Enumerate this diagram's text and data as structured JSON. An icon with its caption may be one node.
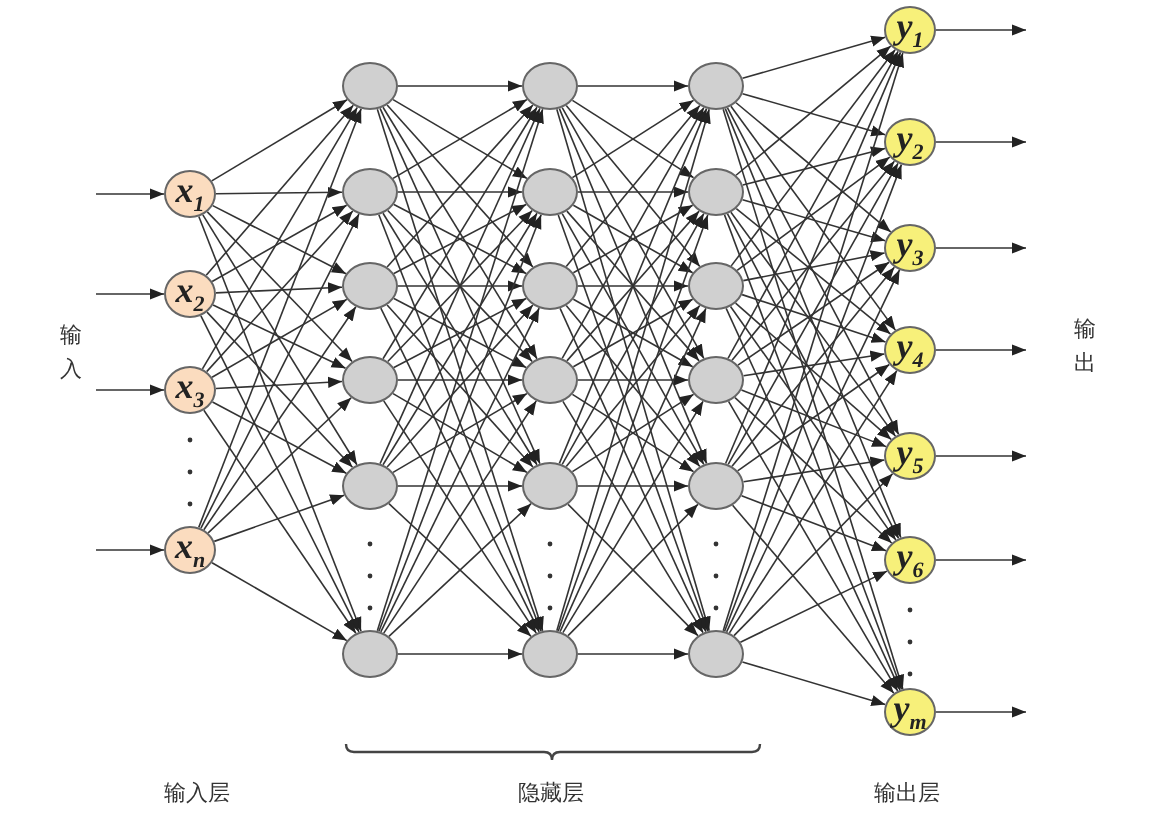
{
  "diagram": {
    "nodes": [
      {
        "text": [
          "x$_{1}$"
        ]
      },
      {
        "text": [
          "x$_{2}$"
        ]
      },
      {
        "text": [
          "x$_{3}$"
        ]
      },
      {
        "text": [
          "x$_{n}$"
        ]
      },
      {
        "text": [],
        "shape": "circle"
      },
      {
        "text": [],
        "shape": "circle"
      },
      {
        "text": [],
        "shape": "circle"
      },
      {
        "text": [],
        "shape": "circle"
      },
      {
        "text": [],
        "shape": "circle"
      },
      {
        "text": [],
        "shape": "circle"
      },
      {
        "text": [],
        "shape": "circle"
      },
      {
        "text": [],
        "shape": "circle"
      },
      {
        "text": [],
        "shape": "circle"
      },
      {
        "text": [],
        "shape": "circle"
      },
      {
        "text": [],
        "shape": "circle"
      },
      {
        "text": [],
        "shape": "circle"
      },
      {
        "text": [],
        "shape": "circle"
      },
      {
        "text": [],
        "shape": "circle"
      },
      {
        "text": [],
        "shape": "circle"
      },
      {
        "text": [],
        "shape": "circle"
      },
      {
        "text": [],
        "shape": "circle"
      },
      {
        "text": [],
        "shape": "circle"
      },
      {
        "text": [
          "y$_{1}$"
        ]
      },
      {
        "text": [
          "y$_{2}$"
        ]
      },
      {
        "text": [
          "y$_{3}$"
        ]
      },
      {
        "text": [
          "y$_{4}$"
        ]
      },
      {
        "text": [
          "y$_{5}$"
        ]
      },
      {
        "text": [
          "y$_{6}$"
        ]
      },
      {
        "text": [
          "y$_{m}$"
        ]
      }
    ],
    "edges": [
      {
        "from": null,
        "to": 0,
        "arrow": "to"
      },
      {
        "from": null,
        "to": 1,
        "arrow": "to"
      },
      {
        "from": null,
        "to": 2,
        "arrow": "to"
      },
      {
        "from": null,
        "to": 3,
        "arrow": "to"
      },
      {
        "from": 0,
        "to": 4,
        "arrow": "to"
      },
      {
        "from": 0,
        "to": 5,
        "arrow": "to"
      },
      {
        "from": 0,
        "to": 6,
        "arrow": "to"
      },
      {
        "from": 0,
        "to": 7,
        "arrow": "to"
      },
      {
        "from": 0,
        "to": 8,
        "arrow": "to"
      },
      {
        "from": 0,
        "to": 9,
        "arrow": "to"
      },
      {
        "from": 1,
        "to": 4,
        "arrow": "to"
      },
      {
        "from": 1,
        "to": 5,
        "arrow": "to"
      },
      {
        "from": 1,
        "to": 6,
        "arrow": "to"
      },
      {
        "from": 1,
        "to": 7,
        "arrow": "to"
      },
      {
        "from": 1,
        "to": 8,
        "arrow": "to"
      },
      {
        "from": 1,
        "to": 9,
        "arrow": "to"
      },
      {
        "from": 2,
        "to": 4,
        "arrow": "to"
      },
      {
        "from": 2,
        "to": 5,
        "arrow": "to"
      },
      {
        "from": 2,
        "to": 6,
        "arrow": "to"
      },
      {
        "from": 2,
        "to": 7,
        "arrow": "to"
      },
      {
        "from": 2,
        "to": 8,
        "arrow": "to"
      },
      {
        "from": 2,
        "to": 9,
        "arrow": "to"
      },
      {
        "from": 3,
        "to": 4,
        "arrow": "to"
      },
      {
        "from": 3,
        "to": 5,
        "arrow": "to"
      },
      {
        "from": 3,
        "to": 6,
        "arrow": "to"
      },
      {
        "from": 3,
        "to": 7,
        "arrow": "to"
      },
      {
        "from": 3,
        "to": 8,
        "arrow": "to"
      },
      {
        "from": 3,
        "to": 9,
        "arrow": "to"
      },
      {
        "from": 4,
        "to": 10,
        "arrow": "to"
      },
      {
        "from": 4,
        "to": 11,
        "arrow": "to"
      },
      {
        "from": 4,
        "to": 12,
        "arrow": "to"
      },
      {
        "from": 4,
        "to": 13,
        "arrow": "to"
      },
      {
        "from": 4,
        "to": 14,
        "arrow": "to"
      },
      {
        "from": 4,
        "to": 15,
        "arrow": "to"
      },
      {
        "from": 5,
        "to": 10,
        "arrow": "to"
      },
      {
        "from": 5,
        "to": 11,
        "arrow": "to"
      },
      {
        "from": 5,
        "to": 12,
        "arrow": "to"
      },
      {
        "from": 5,
        "to": 13,
        "arrow": "to"
      },
      {
        "from": 5,
        "to": 14,
        "arrow": "to"
      },
      {
        "from": 5,
        "to": 15,
        "arrow": "to"
      },
      {
        "from": 6,
        "to": 10,
        "arrow": "to"
      },
      {
        "from": 6,
        "to": 11,
        "arrow": "to"
      },
      {
        "from": 6,
        "to": 12,
        "arrow": "to"
      },
      {
        "from": 6,
        "to": 13,
        "arrow": "to"
      },
      {
        "from": 6,
        "to": 14,
        "arrow": "to"
      },
      {
        "from": 6,
        "to": 15,
        "arrow": "to"
      },
      {
        "from": 7,
        "to": 10,
        "arrow": "to"
      },
      {
        "from": 7,
        "to": 11,
        "arrow": "to"
      },
      {
        "from": 7,
        "to": 12,
        "arrow": "to"
      },
      {
        "from": 7,
        "to": 13,
        "arrow": "to"
      },
      {
        "from": 7,
        "to": 14,
        "arrow": "to"
      },
      {
        "from": 7,
        "to": 15,
        "arrow": "to"
      },
      {
        "from": 8,
        "to": 10,
        "arrow": "to"
      },
      {
        "from": 8,
        "to": 11,
        "arrow": "to"
      },
      {
        "from": 8,
        "to": 12,
        "arrow": "to"
      },
      {
        "from": 8,
        "to": 13,
        "arrow": "to"
      },
      {
        "from": 8,
        "to": 14,
        "arrow": "to"
      },
      {
        "from": 8,
        "to": 15,
        "arrow": "to"
      },
      {
        "from": 9,
        "to": 10,
        "arrow": "to"
      },
      {
        "from": 9,
        "to": 11,
        "arrow": "to"
      },
      {
        "from": 9,
        "to": 12,
        "arrow": "to"
      },
      {
        "from": 9,
        "to": 13,
        "arrow": "to"
      },
      {
        "from": 9,
        "to": 14,
        "arrow": "to"
      },
      {
        "from": 9,
        "to": 15,
        "arrow": "to"
      },
      {
        "from": 10,
        "to": 16,
        "arrow": "to"
      },
      {
        "from": 10,
        "to": 17,
        "arrow": "to"
      },
      {
        "from": 10,
        "to": 18,
        "arrow": "to"
      },
      {
        "from": 10,
        "to": 19,
        "arrow": "to"
      },
      {
        "from": 10,
        "to": 20,
        "arrow": "to"
      },
      {
        "from": 10,
        "to": 21,
        "arrow": "to"
      },
      {
        "from": 11,
        "to": 16,
        "arrow": "to"
      },
      {
        "from": 11,
        "to": 17,
        "arrow": "to"
      },
      {
        "from": 11,
        "to": 18,
        "arrow": "to"
      },
      {
        "from": 11,
        "to": 19,
        "arrow": "to"
      },
      {
        "from": 11,
        "to": 20,
        "arrow": "to"
      },
      {
        "from": 11,
        "to": 21,
        "arrow": "to"
      },
      {
        "from": 12,
        "to": 16,
        "arrow": "to"
      },
      {
        "from": 12,
        "to": 17,
        "arrow": "to"
      },
      {
        "from": 12,
        "to": 18,
        "arrow": "to"
      },
      {
        "from": 12,
        "to": 19,
        "arrow": "to"
      },
      {
        "from": 12,
        "to": 20,
        "arrow": "to"
      },
      {
        "from": 12,
        "to": 21,
        "arrow": "to"
      },
      {
        "from": 13,
        "to": 16,
        "arrow": "to"
      },
      {
        "from": 13,
        "to": 17,
        "arrow": "to"
      },
      {
        "from": 13,
        "to": 18,
        "arrow": "to"
      },
      {
        "from": 13,
        "to": 19,
        "arrow": "to"
      },
      {
        "from": 13,
        "to": 20,
        "arrow": "to"
      },
      {
        "from": 13,
        "to": 21,
        "arrow": "to"
      },
      {
        "from": 14,
        "to": 16,
        "arrow": "to"
      },
      {
        "from": 14,
        "to": 17,
        "arrow": "to"
      },
      {
        "from": 14,
        "to": 18,
        "arrow": "to"
      },
      {
        "from": 14,
        "to": 19,
        "arrow": "to"
      },
      {
        "from": 14,
        "to": 20,
        "arrow": "to"
      },
      {
        "from": 14,
        "to": 21,
        "arrow": "to"
      },
      {
        "from": 15,
        "to": 16,
        "arrow": "to"
      },
      {
        "from": 15,
        "to": 17,
        "arrow": "to"
      },
      {
        "from": 15,
        "to": 18,
        "arrow": "to"
      },
      {
        "from": 15,
        "to": 19,
        "arrow": "to"
      },
      {
        "from": 15,
        "to": 20,
        "arrow": "to"
      },
      {
        "from": 15,
        "to": 21,
        "arrow": "to"
      },
      {
        "from": 16,
        "to": 22,
        "arrow": "to"
      },
      {
        "from": 16,
        "to": 23,
        "arrow": "to"
      },
      {
        "from": 16,
        "to": 24,
        "arrow": "to"
      },
      {
        "from": 16,
        "to": 25,
        "arrow": "to"
      },
      {
        "from": 16,
        "to": 26,
        "arrow": "to"
      },
      {
        "from": 16,
        "to": 27,
        "arrow": "to"
      },
      {
        "from": 16,
        "to": 28,
        "arrow": "to"
      },
      {
        "from": 17,
        "to": 22,
        "arrow": "to"
      },
      {
        "from": 17,
        "to": 23,
        "arrow": "to"
      },
      {
        "from": 17,
        "to": 24,
        "arrow": "to"
      },
      {
        "from": 17,
        "to": 25,
        "arrow": "to"
      },
      {
        "from": 17,
        "to": 26,
        "arrow": "to"
      },
      {
        "from": 17,
        "to": 27,
        "arrow": "to"
      },
      {
        "from": 17,
        "to": 28,
        "arrow": "to"
      },
      {
        "from": 18,
        "to": 22,
        "arrow": "to"
      },
      {
        "from": 18,
        "to": 23,
        "arrow": "to"
      },
      {
        "from": 18,
        "to": 24,
        "arrow": "to"
      },
      {
        "from": 18,
        "to": 25,
        "arrow": "to"
      },
      {
        "from": 18,
        "to": 26,
        "arrow": "to"
      },
      {
        "from": 18,
        "to": 27,
        "arrow": "to"
      },
      {
        "from": 18,
        "to": 28,
        "arrow": "to"
      },
      {
        "from": 19,
        "to": 22,
        "arrow": "to"
      },
      {
        "from": 19,
        "to": 23,
        "arrow": "to"
      },
      {
        "from": 19,
        "to": 24,
        "arrow": "to"
      },
      {
        "from": 19,
        "to": 25,
        "arrow": "to"
      },
      {
        "from": 19,
        "to": 26,
        "arrow": "to"
      },
      {
        "from": 19,
        "to": 27,
        "arrow": "to"
      },
      {
        "from": 19,
        "to": 28,
        "arrow": "to"
      },
      {
        "from": 20,
        "to": 22,
        "arrow": "to"
      },
      {
        "from": 20,
        "to": 23,
        "arrow": "to"
      },
      {
        "from": 20,
        "to": 24,
        "arrow": "to"
      },
      {
        "from": 20,
        "to": 25,
        "arrow": "to"
      },
      {
        "from": 20,
        "to": 26,
        "arrow": "to"
      },
      {
        "from": 20,
        "to": 27,
        "arrow": "to"
      },
      {
        "from": 20,
        "to": 28,
        "arrow": "to"
      },
      {
        "from": 21,
        "to": 22,
        "arrow": "to"
      },
      {
        "from": 21,
        "to": 23,
        "arrow": "to"
      },
      {
        "from": 21,
        "to": 24,
        "arrow": "to"
      },
      {
        "from": 21,
        "to": 25,
        "arrow": "to"
      },
      {
        "from": 21,
        "to": 26,
        "arrow": "to"
      },
      {
        "from": 21,
        "to": 27,
        "arrow": "to"
      },
      {
        "from": 21,
        "to": 28,
        "arrow": "to"
      },
      {
        "from": 22,
        "to": null,
        "arrow": "to"
      },
      {
        "from": 23,
        "to": null,
        "arrow": "to"
      },
      {
        "from": 24,
        "to": null,
        "arrow": "to"
      },
      {
        "from": 25,
        "to": null,
        "arrow": "to"
      },
      {
        "from": 26,
        "to": null,
        "arrow": "to"
      },
      {
        "from": 27,
        "to": null,
        "arrow": "to"
      },
      {
        "from": 28,
        "to": null,
        "arrow": "to"
      }
    ],
    "labels": [
      "输入",
      "输出",
      "输入层",
      "隐藏层",
      "输出层"
    ]
  }
}
